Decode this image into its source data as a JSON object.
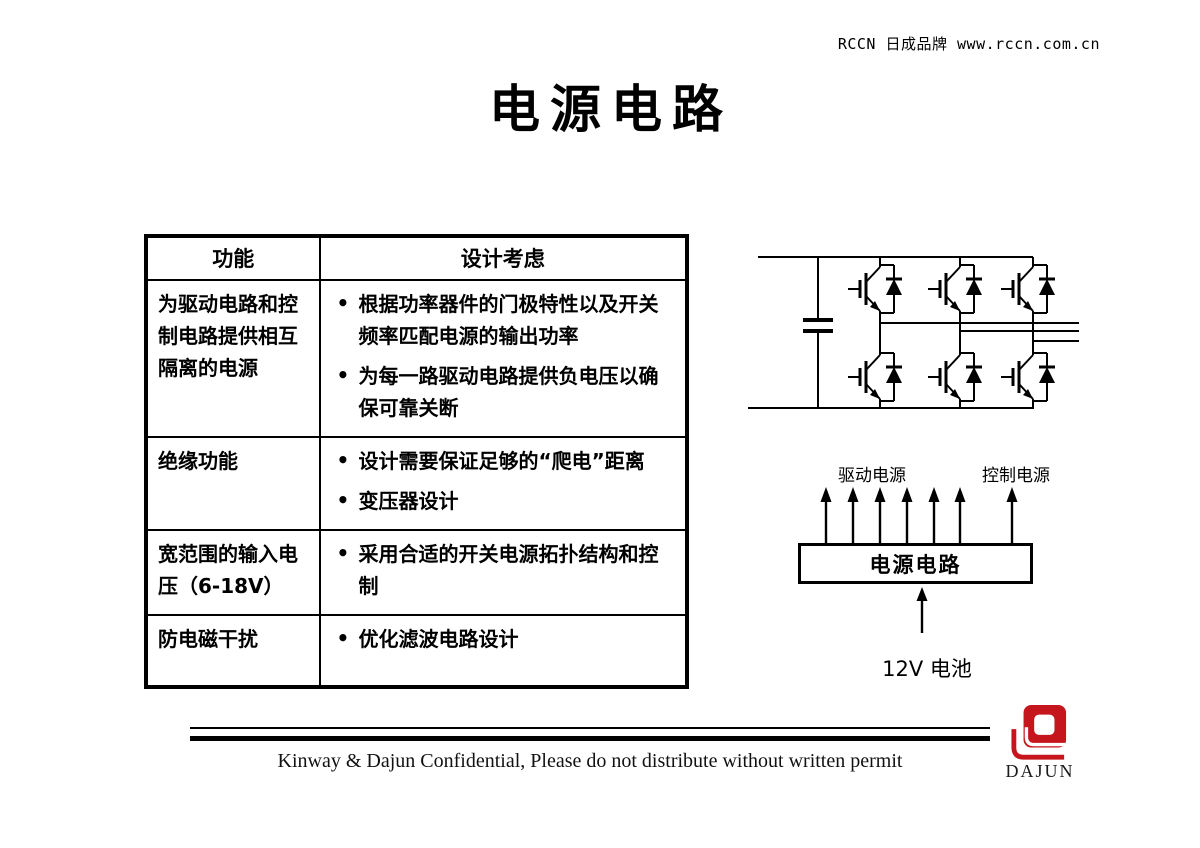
{
  "brand": {
    "text": "RCCN 日成品牌 www.rccn.com.cn"
  },
  "title": "电源电路",
  "table": {
    "headers": [
      "功能",
      "设计考虑"
    ],
    "rows": [
      {
        "function": "为驱动电路和控制电路提供相互隔离的电源",
        "considerations": [
          "根据功率器件的门极特性以及开关频率匹配电源的输出功率",
          "为每一路驱动电路提供负电压以确保可靠关断"
        ]
      },
      {
        "function": "绝缘功能",
        "considerations": [
          "设计需要保证足够的“爬电”距离",
          "变压器设计"
        ]
      },
      {
        "function": "宽范围的输入电压（6-18V）",
        "considerations": [
          "采用合适的开关电源拓扑结构和控制"
        ]
      },
      {
        "function": "防电磁干扰",
        "considerations": [
          "优化滤波电路设计"
        ]
      }
    ]
  },
  "block_diagram": {
    "drive_power": "驱动电源",
    "control_power": "控制电源",
    "box": "电源电路",
    "battery": "12V 电池"
  },
  "footer": {
    "confidential": "Kinway & Dajun Confidential, Please do not distribute without written permit",
    "logo": "DAJUN"
  },
  "colors": {
    "logo_red": "#c4161c"
  }
}
